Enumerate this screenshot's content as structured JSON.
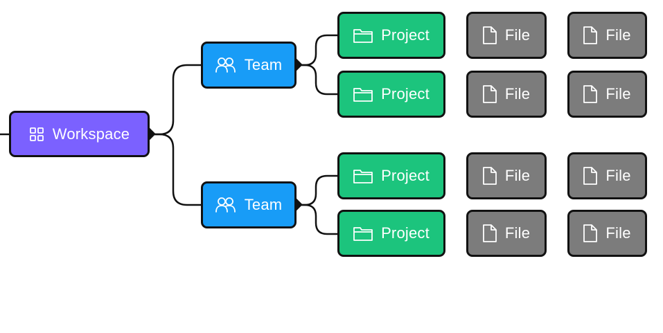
{
  "colors": {
    "workspace": "#7b61ff",
    "team": "#189cf7",
    "project": "#1cc47d",
    "file": "#7c7c7c",
    "border": "#111111",
    "connector": "#111111",
    "text": "#ffffff"
  },
  "workspace": {
    "label": "Workspace",
    "icon": "grid-icon"
  },
  "teams": [
    {
      "label": "Team",
      "icon": "users-icon",
      "projects": [
        {
          "label": "Project",
          "icon": "folder-icon",
          "files": [
            {
              "label": "File",
              "icon": "file-icon"
            },
            {
              "label": "File",
              "icon": "file-icon"
            }
          ]
        },
        {
          "label": "Project",
          "icon": "folder-icon",
          "files": [
            {
              "label": "File",
              "icon": "file-icon"
            },
            {
              "label": "File",
              "icon": "file-icon"
            }
          ]
        }
      ]
    },
    {
      "label": "Team",
      "icon": "users-icon",
      "projects": [
        {
          "label": "Project",
          "icon": "folder-icon",
          "files": [
            {
              "label": "File",
              "icon": "file-icon"
            },
            {
              "label": "File",
              "icon": "file-icon"
            }
          ]
        },
        {
          "label": "Project",
          "icon": "folder-icon",
          "files": [
            {
              "label": "File",
              "icon": "file-icon"
            },
            {
              "label": "File",
              "icon": "file-icon"
            }
          ]
        }
      ]
    }
  ]
}
